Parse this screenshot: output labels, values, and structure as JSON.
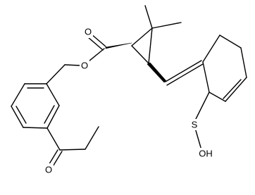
{
  "atoms": {
    "O_carbonyl_ester": "O",
    "O_ester": "O",
    "O_ketone": "O",
    "S": "S",
    "OH": "OH"
  },
  "colors": {
    "bond": "#000000",
    "background": "#ffffff"
  }
}
